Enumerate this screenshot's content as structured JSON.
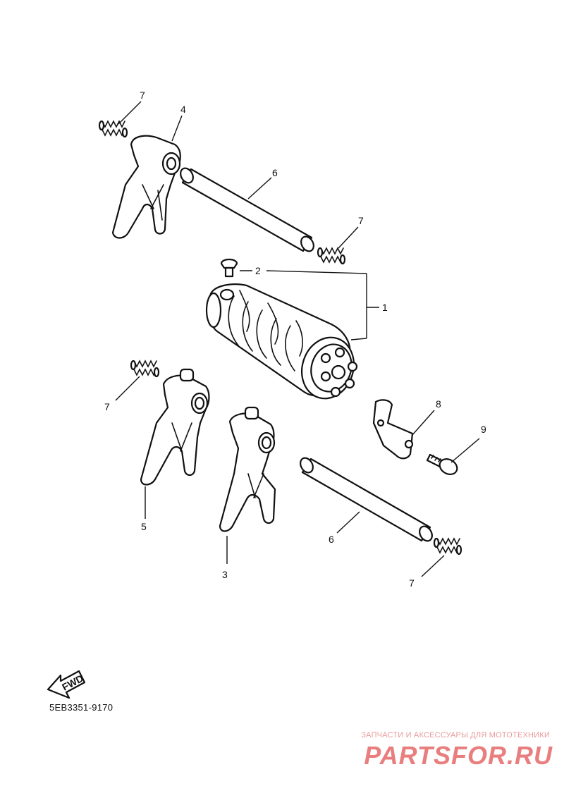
{
  "diagram": {
    "code": "5EB3351-9170",
    "fwd_label": "FWD",
    "callouts": [
      "1",
      "2",
      "3",
      "4",
      "5",
      "6",
      "7",
      "8",
      "9"
    ]
  },
  "watermark": {
    "tagline": "ЗАПЧАСТИ И АКСЕССУАРЫ ДЛЯ МОТОТЕХНИКИ",
    "brand": "PARTSFOR.RU"
  }
}
